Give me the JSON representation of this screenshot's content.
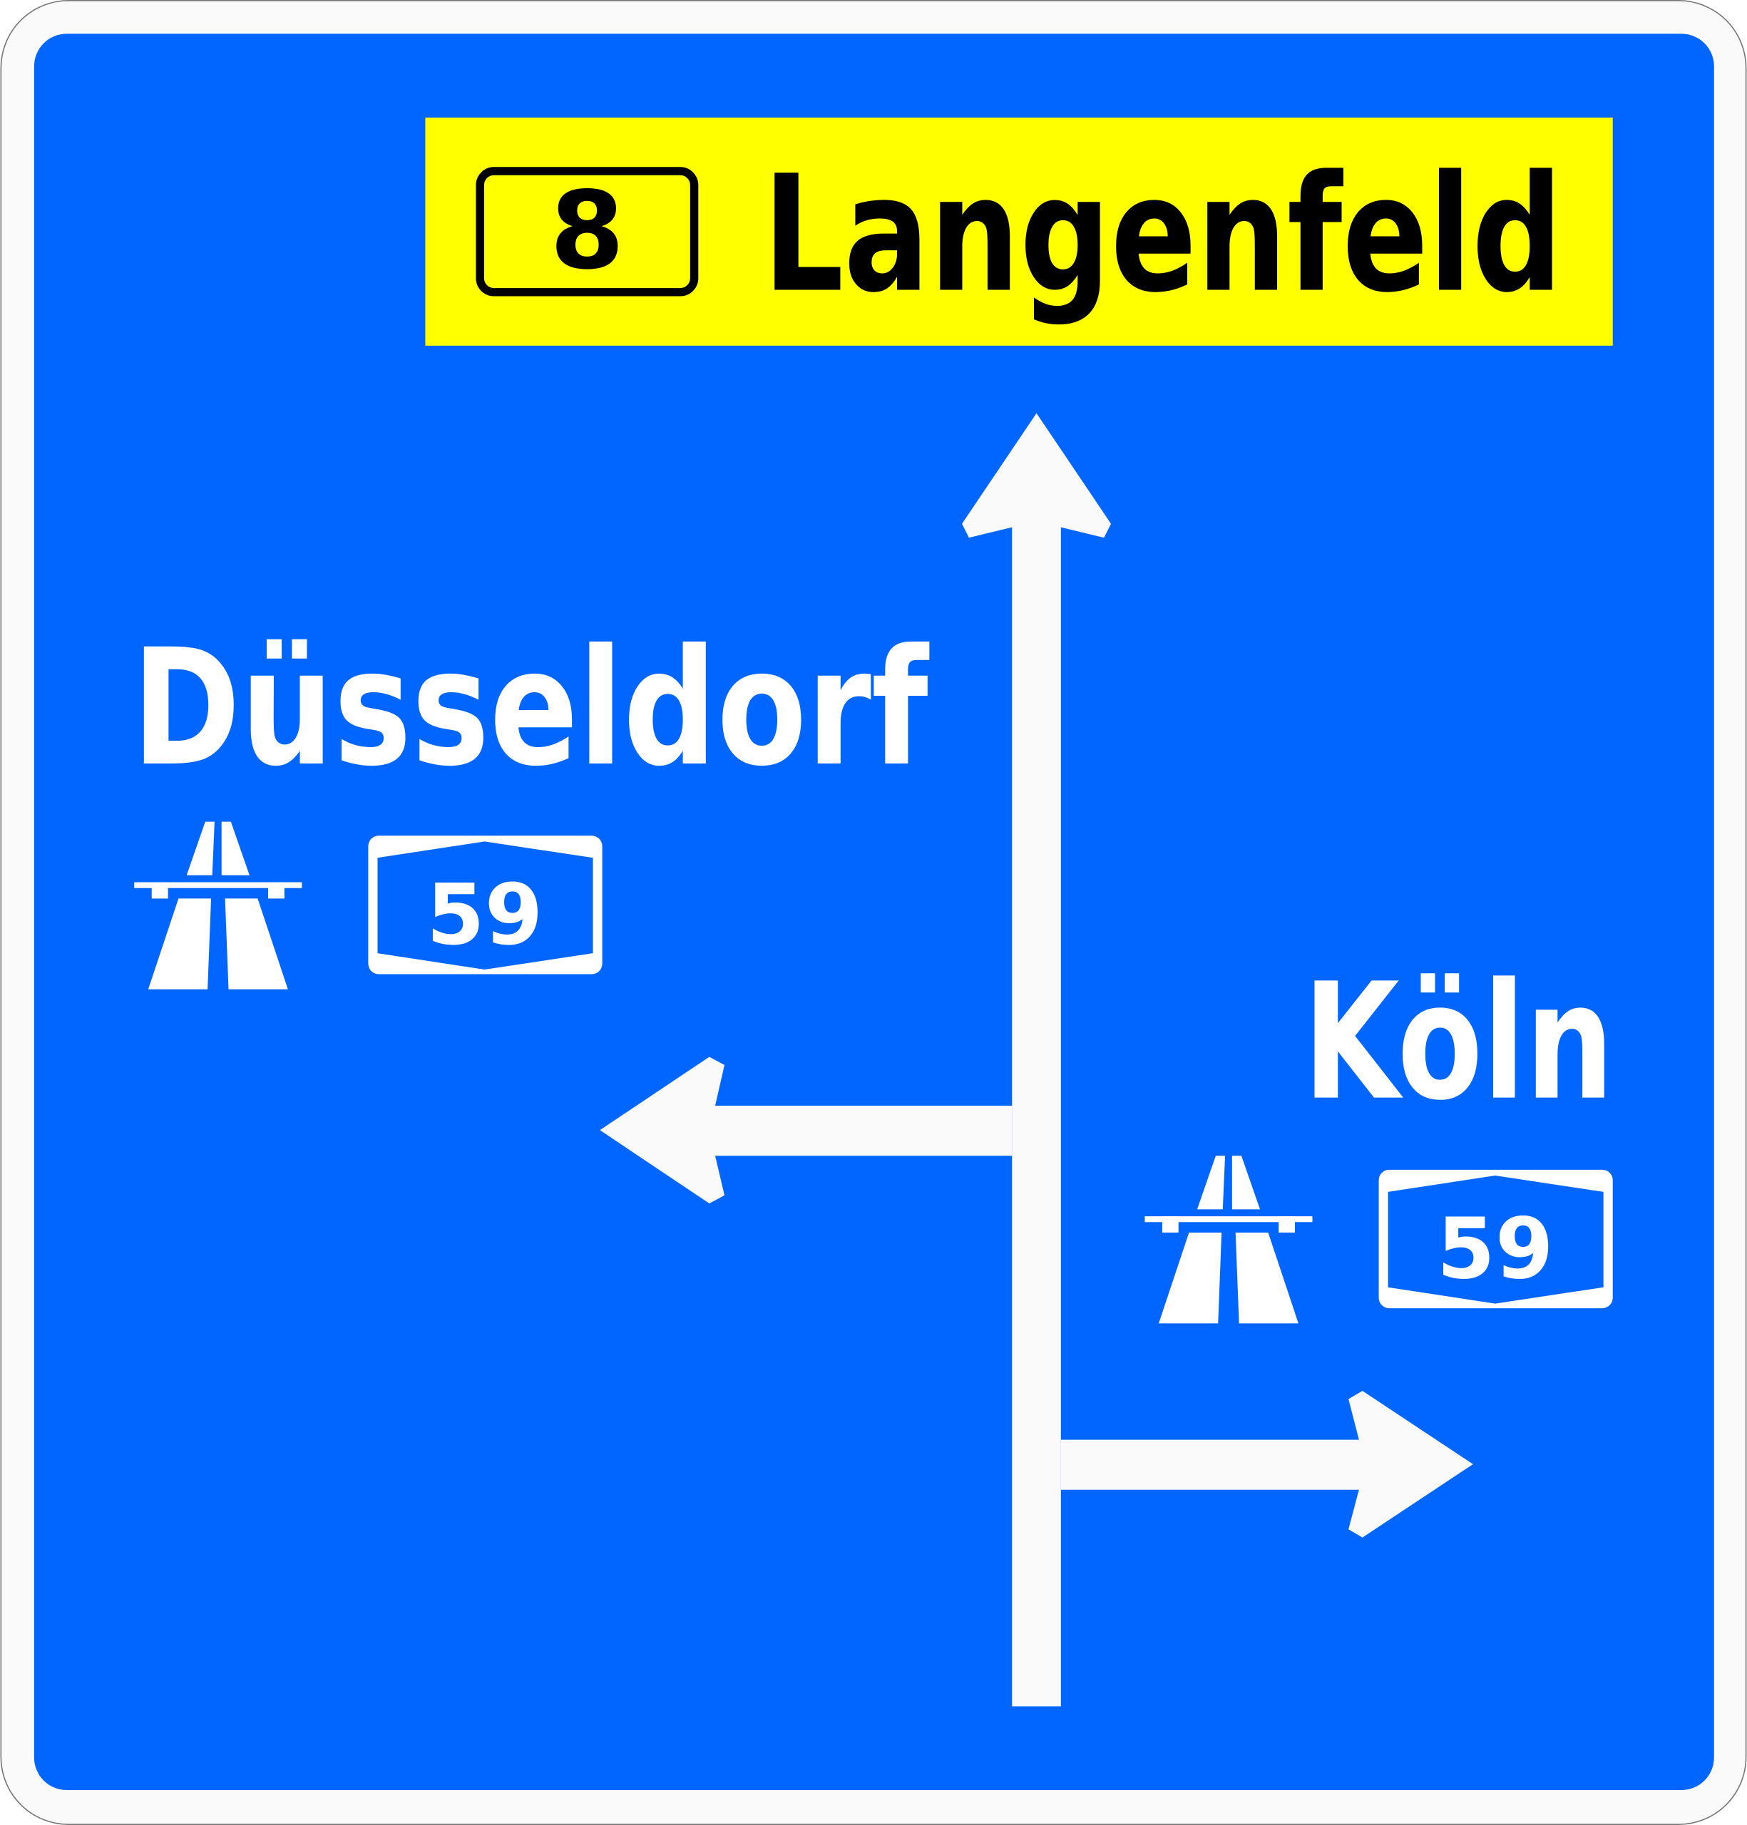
{
  "sign": {
    "colors": {
      "background": "#0066FF",
      "border": "#FAFAFA",
      "banner": "#FFFF00",
      "text_light": "#FFFFFF",
      "text_dark": "#000000"
    },
    "top": {
      "route_number": "8",
      "destination": "Langenfeld"
    },
    "left": {
      "destination": "Düsseldorf",
      "motorway_number": "59"
    },
    "right": {
      "destination": "Köln",
      "motorway_number": "59"
    }
  }
}
